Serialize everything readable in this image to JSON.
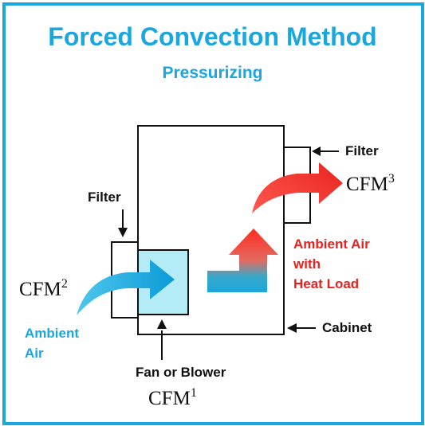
{
  "title": "Forced Convection Method",
  "subtitle": "Pressurizing",
  "labels": {
    "filter_left": "Filter",
    "filter_right": "Filter",
    "cabinet": "Cabinet",
    "fan": "Fan or Blower",
    "ambient_air_line1": "Ambient",
    "ambient_air_line2": "Air",
    "heat_line1": "Ambient Air",
    "heat_line2": "with",
    "heat_line3": "Heat Load"
  },
  "cfm": {
    "base": "CFM",
    "inlet_sub": "2",
    "outlet_sub": "3",
    "fan_sub": "1"
  },
  "colors": {
    "accent_blue": "#1aa7dd",
    "heat_red": "#e8231f",
    "fan_fill": "#b3ecf7"
  }
}
